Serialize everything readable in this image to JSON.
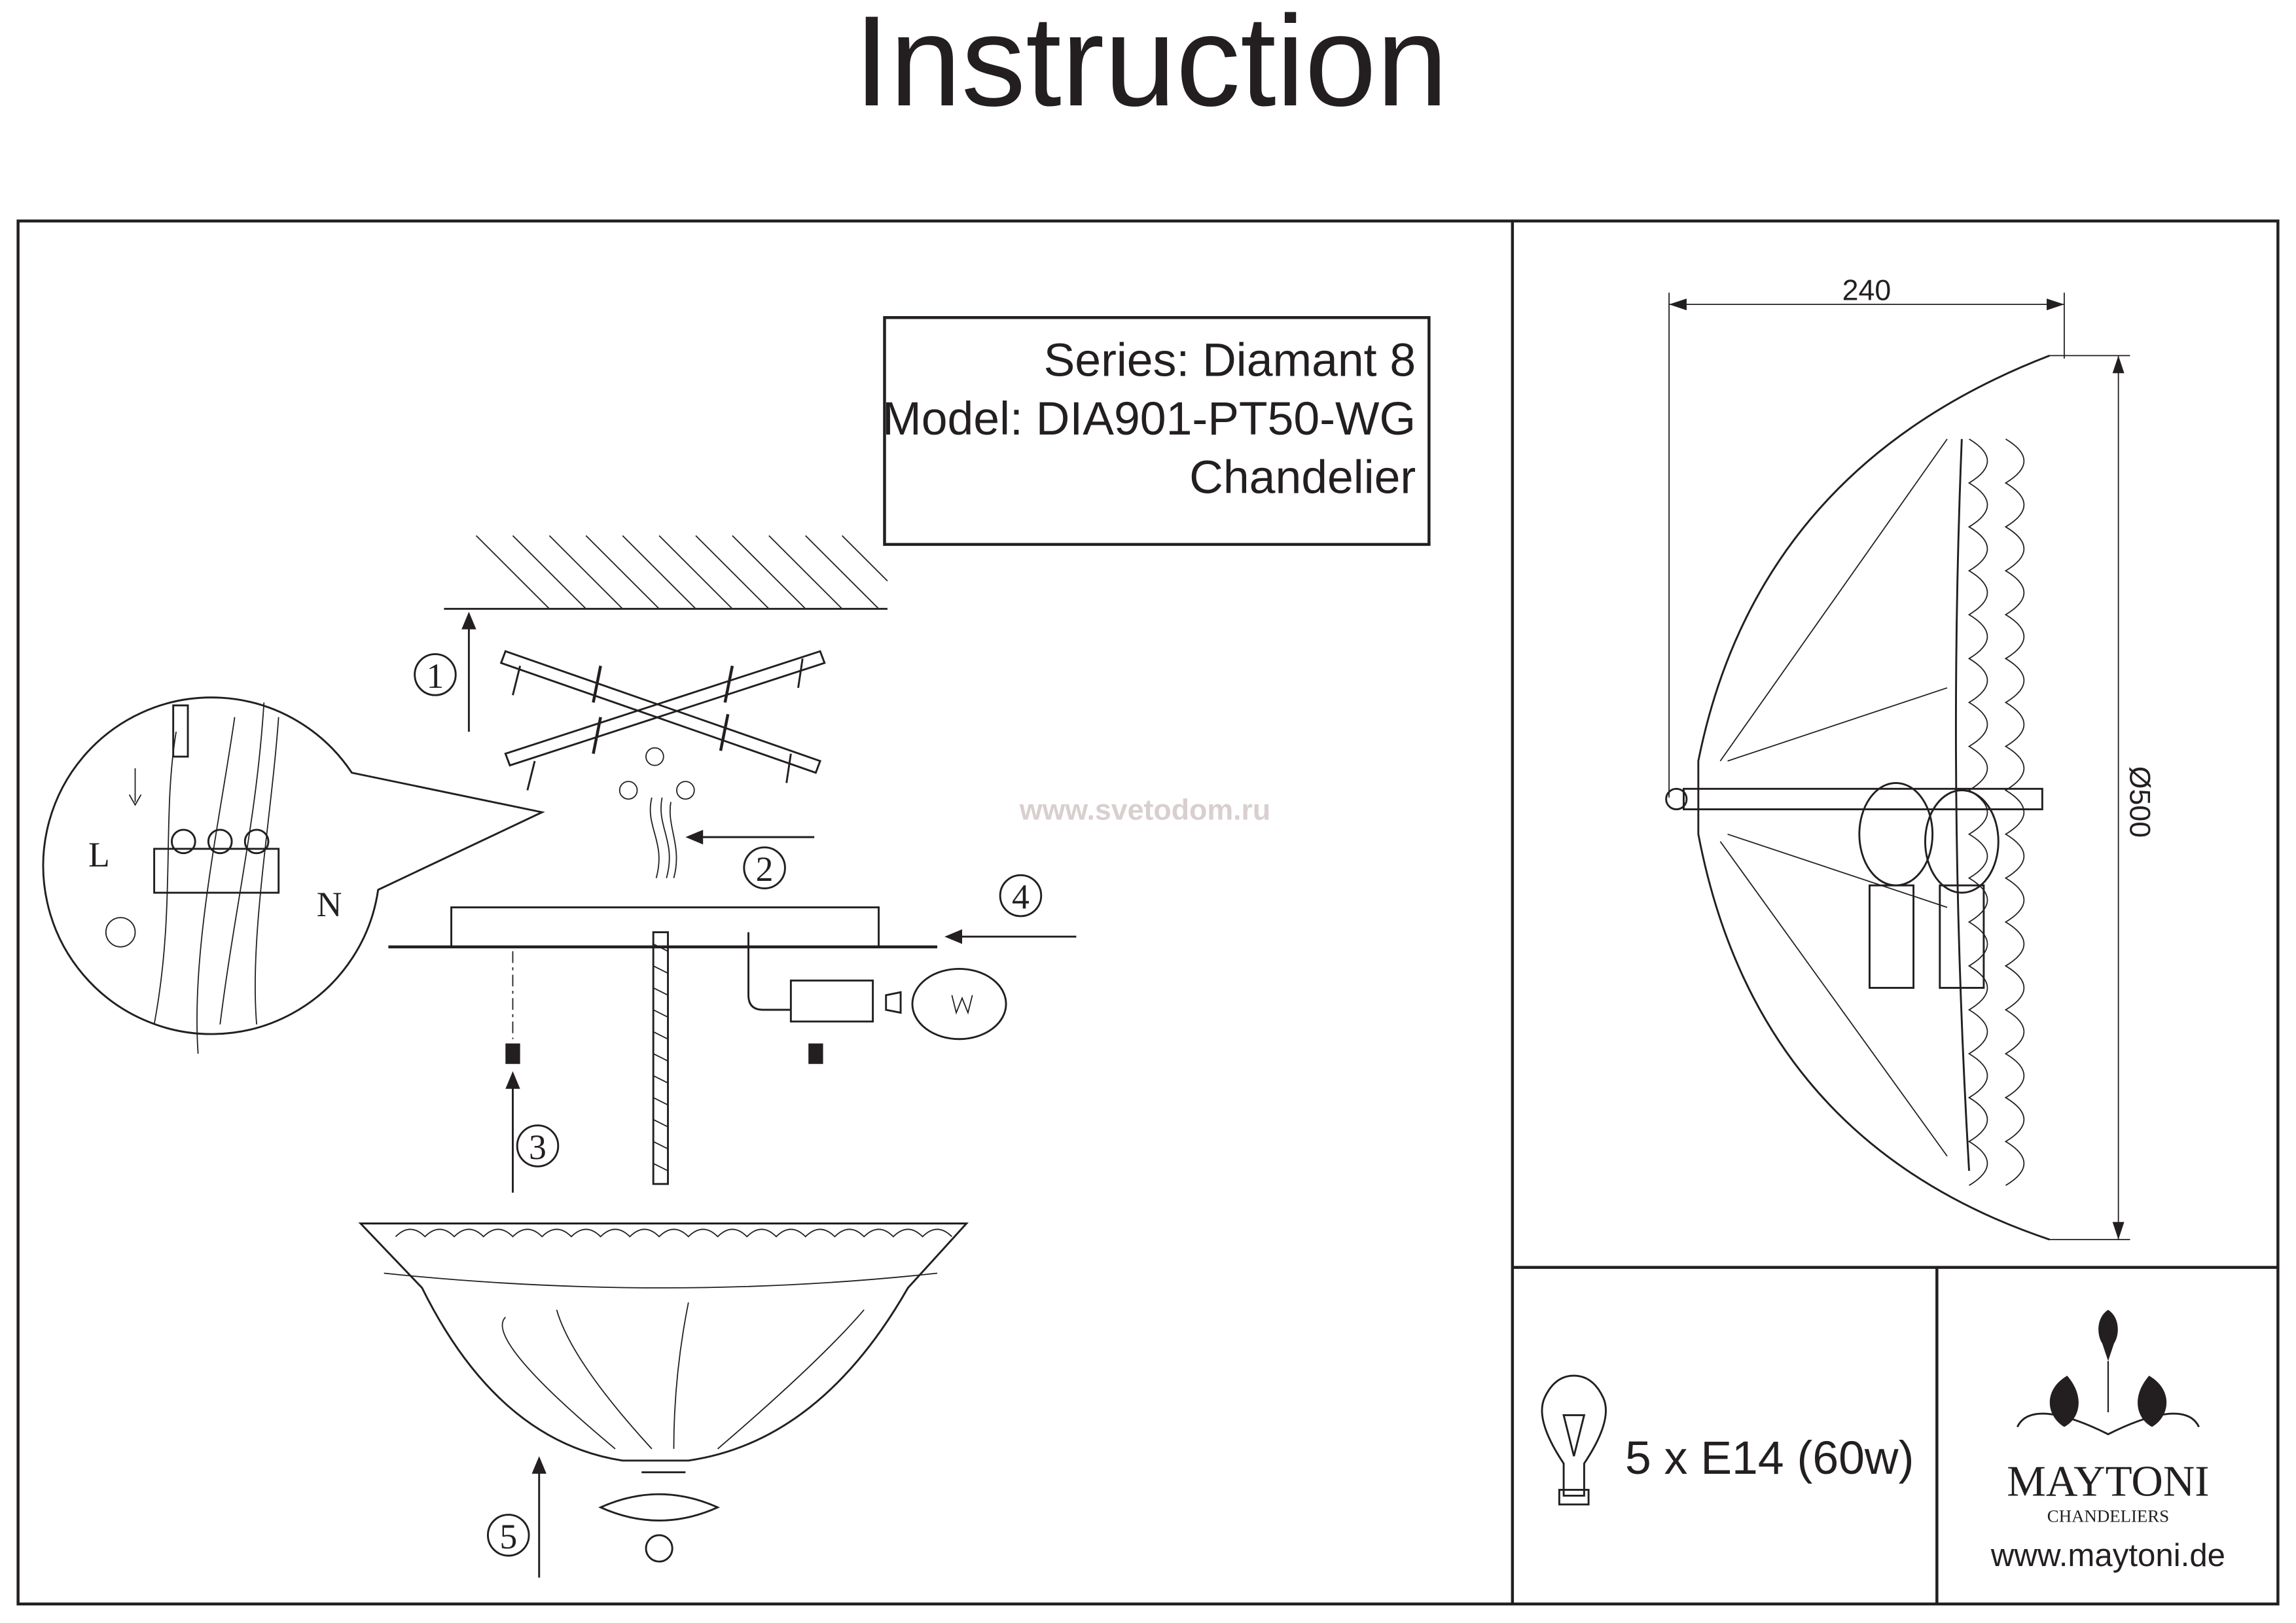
{
  "title": "Instruction",
  "info_box": {
    "series": "Series: Diamant 8",
    "model": "Model: DIA901-PT50-WG",
    "type": "Chandelier"
  },
  "watermark": "www.svetodom.ru",
  "steps": [
    "1",
    "2",
    "3",
    "4",
    "5"
  ],
  "wiring_labels": {
    "live": "L",
    "neutral": "N"
  },
  "dimensions": {
    "height": "240",
    "diameter": "Ø500"
  },
  "bulb_spec": "5 x E14 (60w)",
  "brand": {
    "name": "MAYTONI",
    "tagline": "CHANDELIERS",
    "website": "www.maytoni.de"
  },
  "colors": {
    "ink": "#231f20",
    "watermark": "#d9cfcf"
  }
}
